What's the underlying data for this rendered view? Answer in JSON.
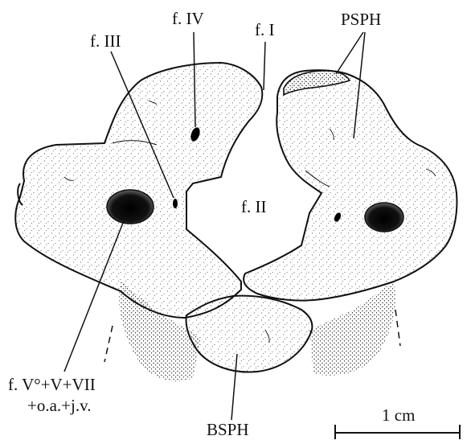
{
  "labels": {
    "f_iv": "f. IV",
    "f_i": "f. I",
    "f_iii": "f. III",
    "psph": "PSPH",
    "f_ii": "f. II",
    "f_v_line1": "f. V°+V+VII",
    "f_v_line2": "+o.a.+j.v.",
    "bsph": "BSPH"
  },
  "scale_bar": {
    "label": "1 cm"
  },
  "colors": {
    "ink": "#111111",
    "bone_fill": "#f4f4f4",
    "background": "#ffffff"
  }
}
